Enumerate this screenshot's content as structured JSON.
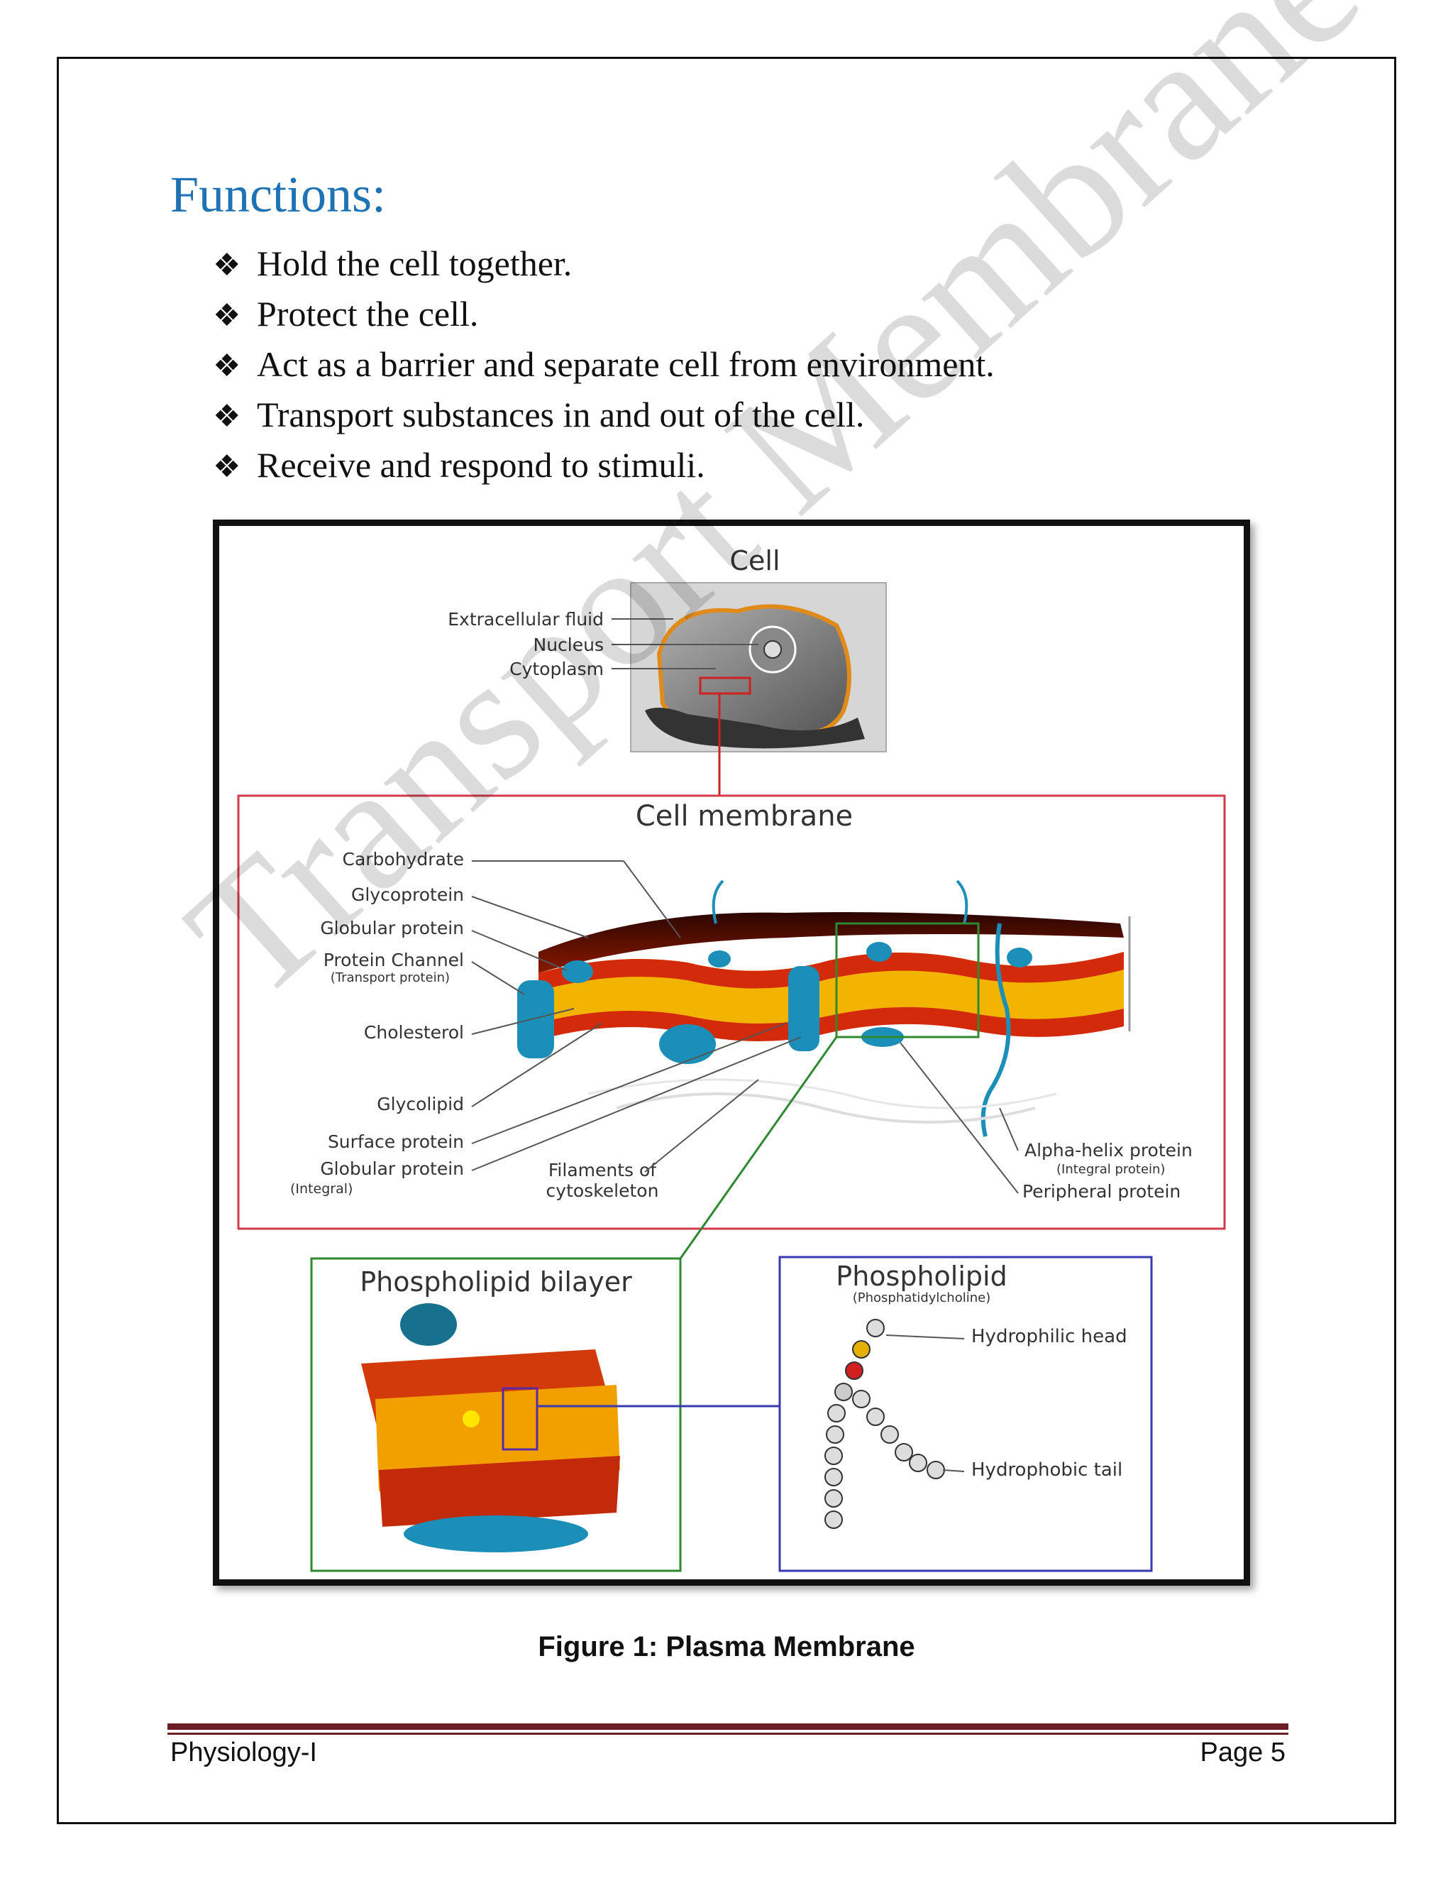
{
  "heading": "Functions:",
  "bullet_symbol": "❖",
  "bullets": [
    "Hold the cell together.",
    "Protect the cell.",
    "Act as a barrier and separate cell from environment.",
    "Transport substances in and out of the cell.",
    "Receive and respond to stimuli."
  ],
  "watermark": "Transport Membrane",
  "figure": {
    "cell_title": "Cell",
    "cell_labels": [
      "Extracellular fluid",
      "Nucleus",
      "Cytoplasm"
    ],
    "membrane_title": "Cell membrane",
    "membrane_left_labels": [
      "Carbohydrate",
      "Glycoprotein",
      "Globular protein",
      "Protein Channel",
      "(Transport protein)",
      "Cholesterol",
      "Glycolipid",
      "Surface protein",
      "Globular protein",
      "(Integral)"
    ],
    "filaments_label": [
      "Filaments of",
      "cytoskeleton"
    ],
    "alpha_helix_label": "Alpha-helix protein",
    "alpha_helix_sub": "(Integral protein)",
    "peripheral_label": "Peripheral protein",
    "bilayer_title": "Phospholipid bilayer",
    "phospholipid_title": "Phospholipid",
    "phospholipid_sub": "(Phosphatidylcholine)",
    "hydrophilic_label": "Hydrophilic head",
    "hydrophobic_label": "Hydrophobic tail"
  },
  "caption": "Figure 1: Plasma Membrane",
  "footer": {
    "left": "Physiology-I",
    "right": "Page 5"
  },
  "colors": {
    "heading": "#1f73b4",
    "footer_rule": "#6b1f24",
    "membrane_box": "#d23a4a",
    "bilayer_box": "#3a8a3a",
    "phospholipid_box": "#3a3ab0"
  }
}
